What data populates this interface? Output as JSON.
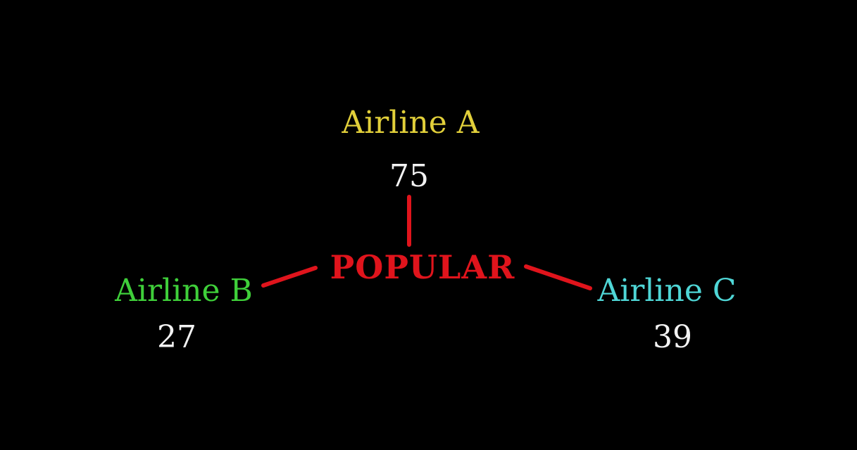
{
  "center": {
    "label": "POPULAR",
    "color": "#e0141c"
  },
  "airlines": [
    {
      "name": "Airline A",
      "value": "75",
      "color": "#e1cf3a"
    },
    {
      "name": "Airline B",
      "value": "27",
      "color": "#3fcf3a"
    },
    {
      "name": "Airline C",
      "value": "39",
      "color": "#4fd6d6"
    }
  ],
  "value_color": "#f2f2f2",
  "background_color": "#000000"
}
